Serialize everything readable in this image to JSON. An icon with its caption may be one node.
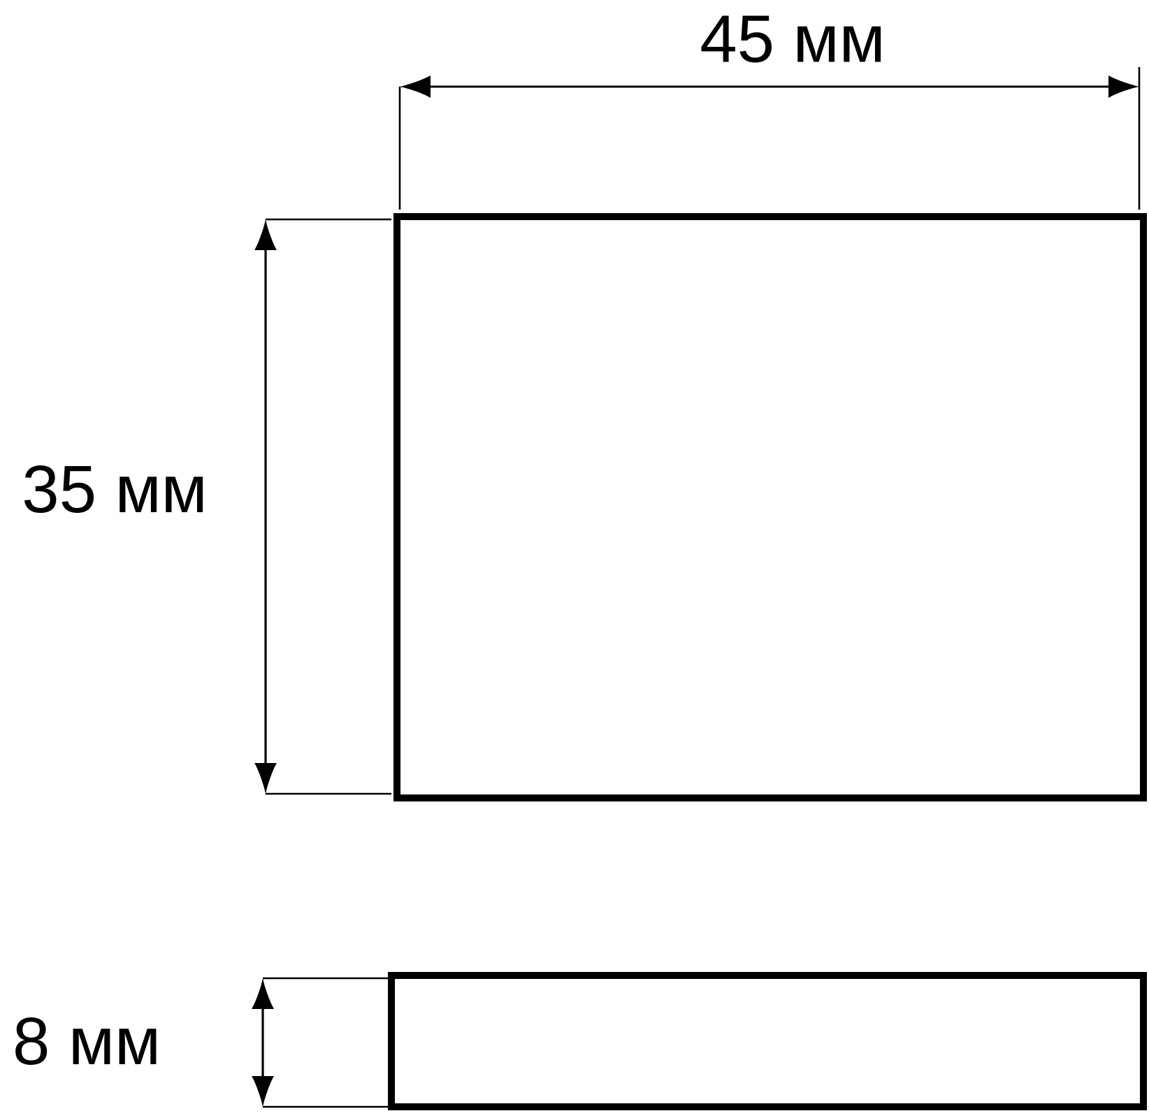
{
  "diagram": {
    "nodes": [
      {
        "text": [],
        "shape": "box"
      },
      {
        "text": [],
        "shape": "box"
      }
    ],
    "labels": [
      "45 мм",
      "35 мм",
      "8 мм"
    ]
  }
}
